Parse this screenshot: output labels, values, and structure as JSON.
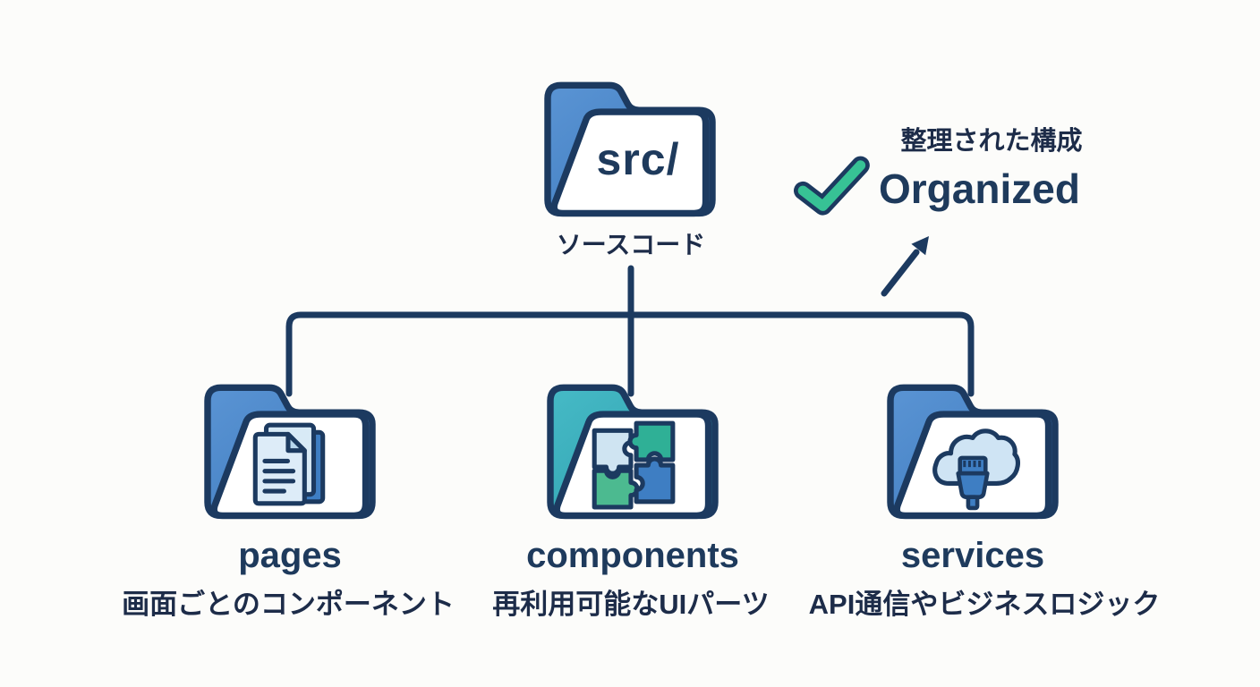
{
  "colors": {
    "navy_outline": "#1c3a60",
    "text_navy": "#1e3a5c",
    "caption_navy": "#1d2c49",
    "folder_blue": "#4886c9",
    "folder_teal": "#38acb9",
    "light_blue": "#d8eaf6",
    "mid_blue": "#3e7ec3",
    "check_green": "#37c295",
    "puzzle_teal": "#2fb096",
    "puzzle_green": "#4cba90",
    "background": "#fcfcfa"
  },
  "root_folder": {
    "name": "src/",
    "caption": "ソースコード",
    "icon": "folder-icon",
    "color": "#4886c9"
  },
  "annotation": {
    "label_ja": "整理された構成",
    "label_en": "Organized",
    "icon": "checkmark-icon"
  },
  "folders": [
    {
      "name": "pages",
      "caption": "画面ごとのコンポーネント",
      "icon": "documents-icon",
      "color": "#4886c9"
    },
    {
      "name": "components",
      "caption": "再利用可能なUIパーツ",
      "icon": "puzzle-icon",
      "color": "#38acb9"
    },
    {
      "name": "services",
      "caption": "API通信やビジネスロジック",
      "icon": "cloud-plug-icon",
      "color": "#4886c9"
    }
  ]
}
